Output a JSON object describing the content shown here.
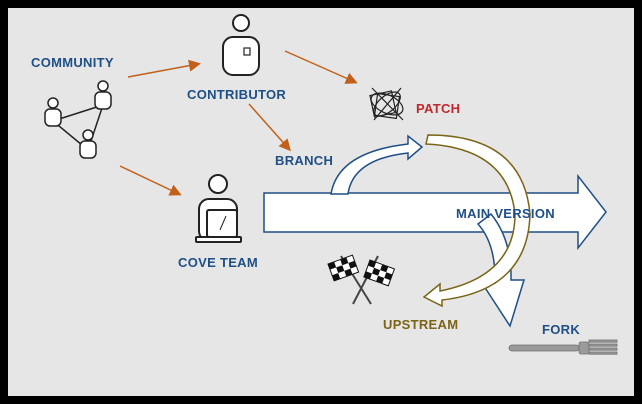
{
  "labels": {
    "community": "COMMUNITY",
    "contributor": "CONTRIBUTOR",
    "patch": "PATCH",
    "branch": "BRANCH",
    "main_version": "MAIN VERSION",
    "cove_team": "COVE TEAM",
    "upstream": "UPSTREAM",
    "fork": "FORK"
  },
  "colors": {
    "blue": "#1e4f86",
    "red": "#c0282d",
    "gold": "#7a6416",
    "orange": "#c0601a",
    "background": "#e6e6e6"
  },
  "icons": [
    "community-people-icon",
    "contributor-person-icon",
    "patch-tangle-icon",
    "laptop-person-icon",
    "checkered-flags-icon",
    "fork-icon"
  ]
}
